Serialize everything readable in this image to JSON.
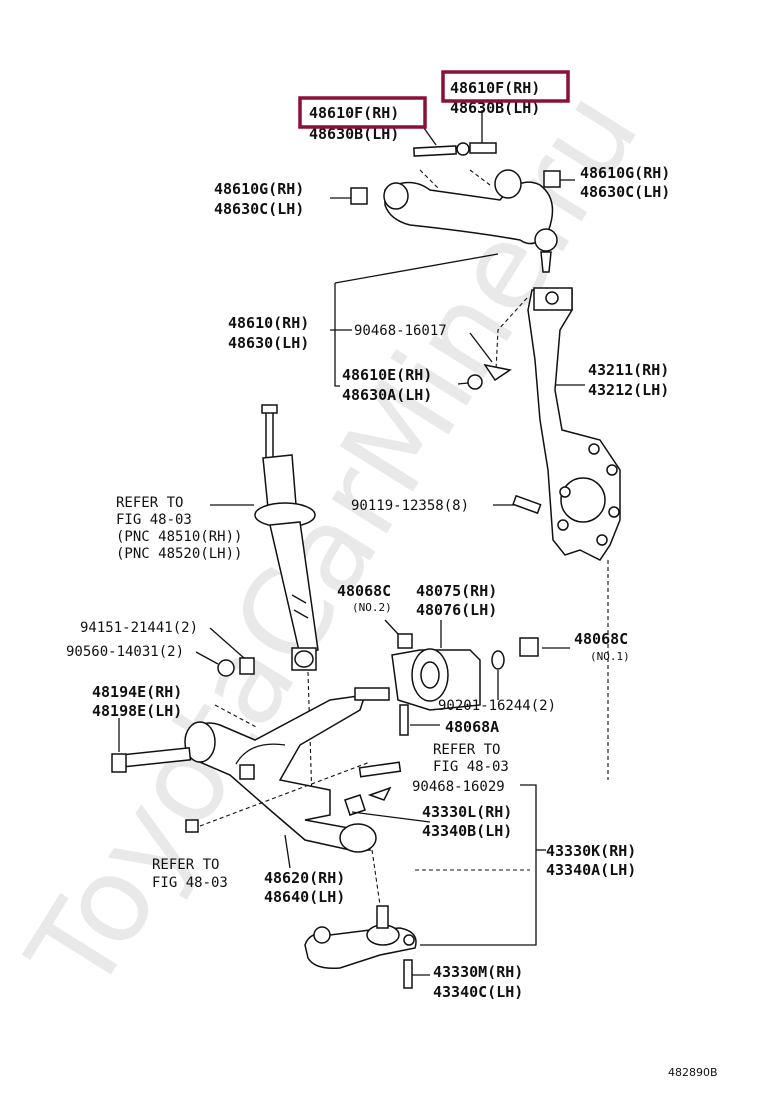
{
  "watermark": "ToyotaCarMine.ru",
  "highlight_color": "#8b0f3a",
  "diagram_id": "482890B",
  "labels": {
    "hl_48610F_right": "48610F(RH)",
    "part_48630B_right": "48630B(LH)",
    "hl_48610F_left": "48610F(RH)",
    "part_48630B_left": "48630B(LH)",
    "part_48610G_left_rh": "48610G(RH)",
    "part_48630C_left_lh": "48630C(LH)",
    "part_48610G_right_rh": "48610G(RH)",
    "part_48630C_right_lh": "48630C(LH)",
    "part_48610_rh": "48610(RH)",
    "part_48630_lh": "48630(LH)",
    "bolt_90468_16017": "90468-16017",
    "part_48610E_rh": "48610E(RH)",
    "part_48630A_lh": "48630A(LH)",
    "part_43211_rh": "43211(RH)",
    "part_43212_lh": "43212(LH)",
    "refer_1": "REFER TO",
    "refer_2": "FIG 48-03",
    "refer_3": "(PNC 48510(RH))",
    "refer_4": "(PNC 48520(LH))",
    "bolt_90119": "90119-12358(8)",
    "part_48068C_top": "48068C",
    "no2": "(NO.2)",
    "part_48075_rh": "48075(RH)",
    "part_48076_lh": "48076(LH)",
    "part_94151": "94151-21441(2)",
    "part_90560": "90560-14031(2)",
    "part_48068C_right": "48068C",
    "no1": "(NO.1)",
    "part_48194E_rh": "48194E(RH)",
    "part_48198E_lh": "48198E(LH)",
    "part_90201": "90201-16244(2)",
    "part_48068A": "48068A",
    "refer_mid_1": "REFER TO",
    "refer_mid_2": "FIG 48-03",
    "bolt_90468_16029": "90468-16029",
    "part_43330L_rh": "43330L(RH)",
    "part_43340B_lh": "43340B(LH)",
    "refer_low_1": "REFER TO",
    "refer_low_2": "FIG 48-03",
    "part_48620_rh": "48620(RH)",
    "part_48640_lh": "48640(LH)",
    "part_43330K_rh": "43330K(RH)",
    "part_43340A_lh": "43340A(LH)",
    "part_43330M_rh": "43330M(RH)",
    "part_43340C_lh": "43340C(LH)"
  }
}
